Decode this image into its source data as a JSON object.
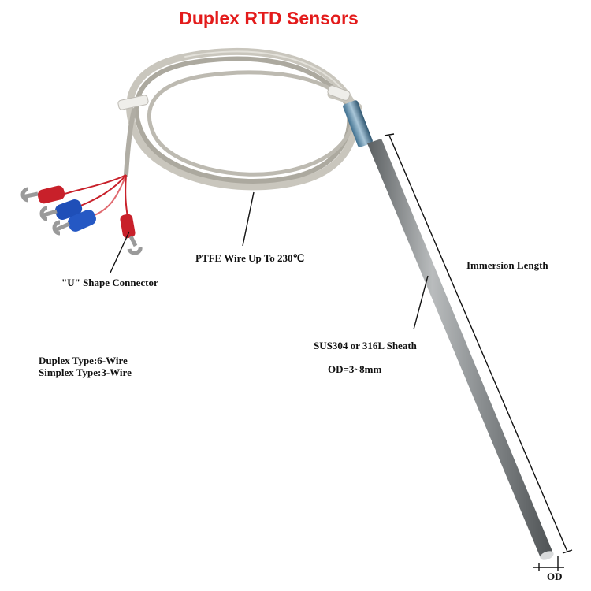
{
  "title": "Duplex RTD Sensors",
  "colors": {
    "title": "#e31b1b",
    "cable": "#b9b6ad",
    "sheath": "#8a8e90",
    "connector_red": "#c8202a",
    "connector_blue": "#1f4fb8"
  },
  "labels": {
    "connector": "\"U\" Shape Connector",
    "wire": "PTFE Wire Up To 230℃",
    "immersion": "Immersion Length",
    "sheath": "SUS304 or 316L Sheath",
    "od_range": "OD=3~8mm",
    "duplex": "Duplex Type:6-Wire",
    "simplex": "Simplex Type:3-Wire",
    "od": "OD"
  }
}
